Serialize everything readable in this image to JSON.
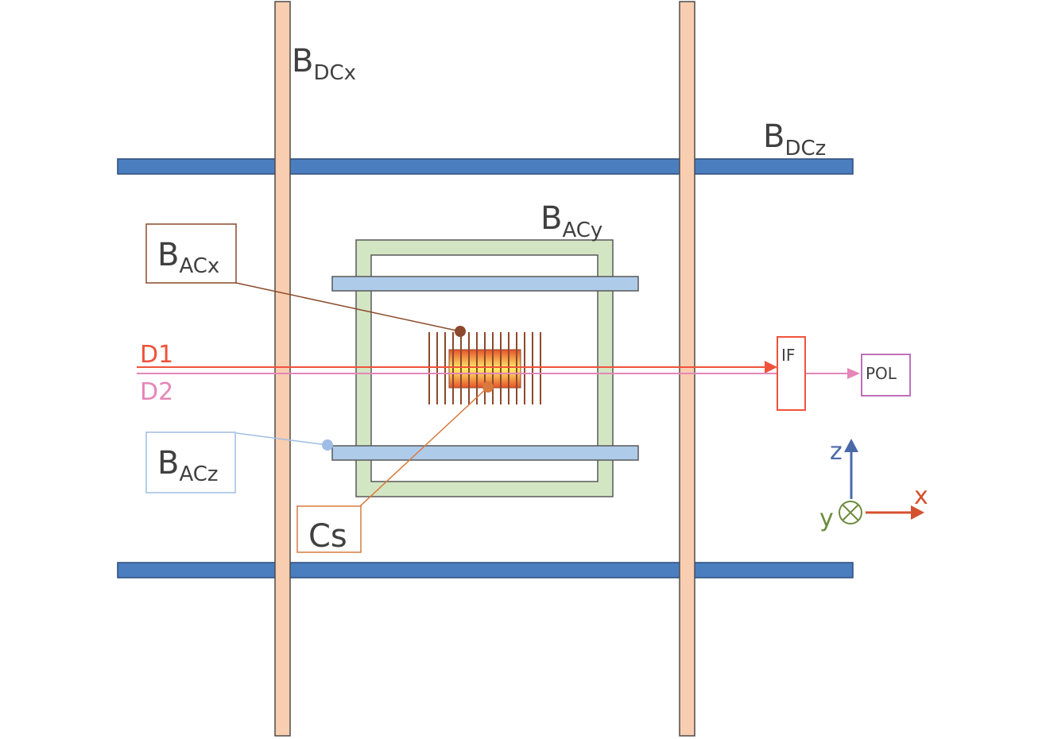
{
  "labels": {
    "bdcx": {
      "main": "B",
      "sub": "DCx"
    },
    "bdcz": {
      "main": "B",
      "sub": "DCz"
    },
    "bacy": {
      "main": "B",
      "sub": "ACy"
    },
    "bacx": {
      "main": "B",
      "sub": "ACx"
    },
    "bacz": {
      "main": "B",
      "sub": "ACz"
    },
    "cs": "Cs",
    "d1": "D1",
    "d2": "D2",
    "if": "IF",
    "pol": "POL"
  },
  "axes": {
    "z": "z",
    "x": "x",
    "y": "y"
  },
  "colors": {
    "dc_x_coil_fill": "#f9cdb0",
    "dc_z_coil_fill": "#4a7ebf",
    "ac_y_coil_fill": "#d3e6c3",
    "ac_z_coil_fill": "#aecbea",
    "bacx_accent": "#8b4a2c",
    "bacz_accent": "#9fbde4",
    "cs_accent": "#d87a3f",
    "d1": "#f0533b",
    "d2": "#e586b8",
    "pol_border": "#c070b8",
    "axis_z": "#4a69a8",
    "axis_x": "#d3512e",
    "axis_y": "#6d8c3c",
    "text": "#404040"
  }
}
